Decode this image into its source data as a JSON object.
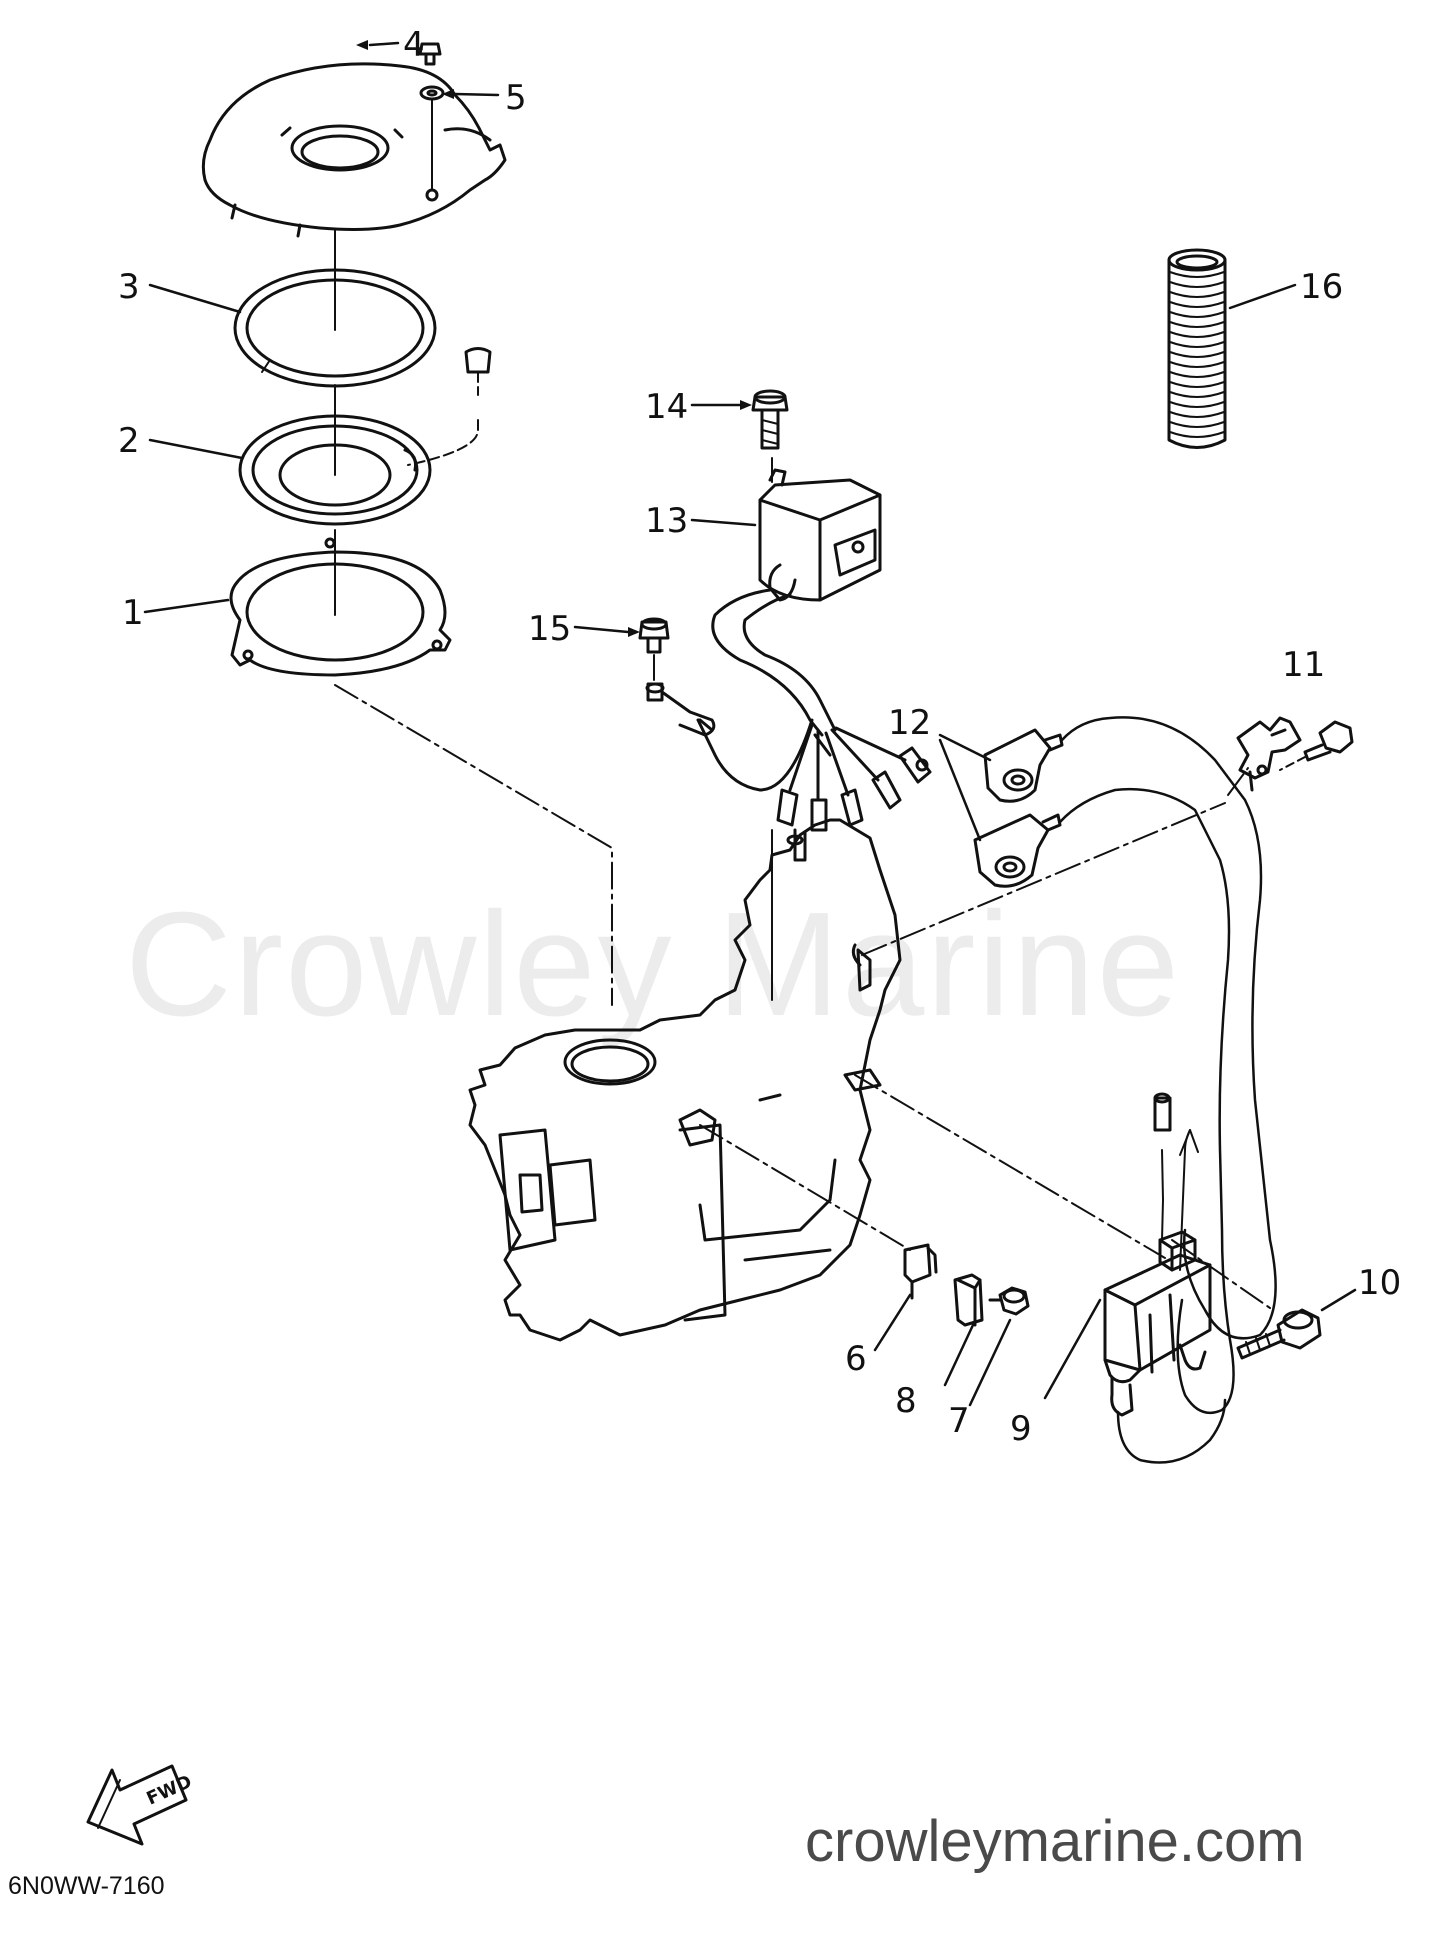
{
  "watermark": "Crowley Marine",
  "website": "crowleymarine.com",
  "diagram_code": "6N0WW-7160",
  "fwd_arrow": {
    "label": "FWD",
    "icon": "fwd-arrow-icon"
  },
  "callouts": [
    {
      "id": "1",
      "label": "1"
    },
    {
      "id": "2",
      "label": "2"
    },
    {
      "id": "3",
      "label": "3"
    },
    {
      "id": "4",
      "label": "4"
    },
    {
      "id": "5",
      "label": "5"
    },
    {
      "id": "6",
      "label": "6"
    },
    {
      "id": "7",
      "label": "7"
    },
    {
      "id": "8",
      "label": "8"
    },
    {
      "id": "9",
      "label": "9"
    },
    {
      "id": "10",
      "label": "10"
    },
    {
      "id": "11",
      "label": "11"
    },
    {
      "id": "12",
      "label": "12"
    },
    {
      "id": "13",
      "label": "13"
    },
    {
      "id": "14",
      "label": "14"
    },
    {
      "id": "15",
      "label": "15"
    },
    {
      "id": "16",
      "label": "16"
    }
  ],
  "colors": {
    "ink": "#111111",
    "watermark": "#ececec",
    "site_text": "#4a4a4a"
  }
}
